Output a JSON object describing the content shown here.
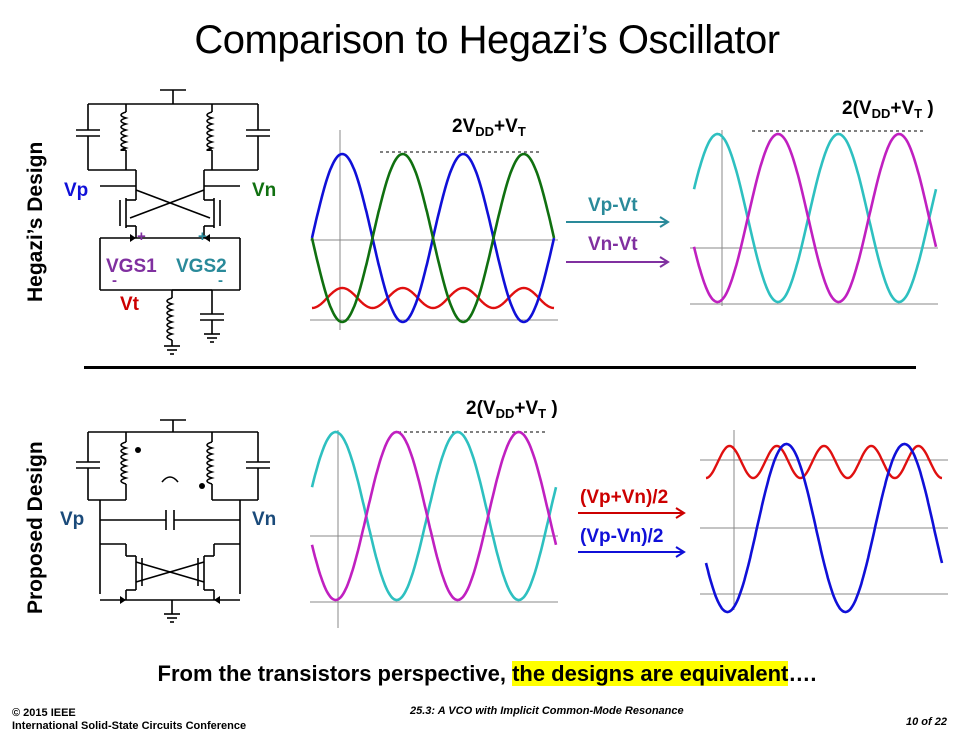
{
  "title": "Comparison to Hegazi’s Oscillator",
  "sections": {
    "top_label": "Hegazi’s Design",
    "bottom_label": "Proposed Design"
  },
  "hegazi_circuit": {
    "vp": "Vp",
    "vn": "Vn",
    "plus1": "+",
    "plus2": "+",
    "vgs1": "VGS1",
    "vgs2": "VGS2",
    "minus1": "-",
    "minus2": "-",
    "vt": "Vt"
  },
  "proposed_circuit": {
    "vp": "Vp",
    "vn": "Vn"
  },
  "waveform_labels": {
    "hegazi_peak_main": "2V",
    "hegazi_peak_sub1": "DD",
    "hegazi_peak_mid": "+V",
    "hegazi_peak_sub2": "T",
    "hegazi_out_main": "2(V",
    "hegazi_out_sub1": "DD",
    "hegazi_out_mid": "+V",
    "hegazi_out_sub2": "T",
    "hegazi_out_end": " )",
    "prop_peak_main": "2(V",
    "prop_peak_sub1": "DD",
    "prop_peak_mid": "+V",
    "prop_peak_sub2": "T",
    "prop_peak_end": " )"
  },
  "arrows": {
    "vp_vt": "Vp-Vt",
    "vn_vt": "Vn-Vt",
    "sum": "(Vp+Vn)/2",
    "diff": "(Vp-Vn)/2"
  },
  "colors": {
    "blue": "#1010d8",
    "green": "#107010",
    "red": "#e01010",
    "teal": "#2ec0c0",
    "magenta": "#c020c0",
    "axis": "#888888"
  },
  "statement": {
    "prefix": "From the transistors perspective, ",
    "highlight": "the designs are equivalent",
    "suffix": "…."
  },
  "footer": {
    "copyright": "© 2015 IEEE",
    "conference": "International Solid-State Circuits Conference",
    "paper": "25.3: A VCO with Implicit Common-Mode Resonance",
    "page": "10 of 22"
  }
}
